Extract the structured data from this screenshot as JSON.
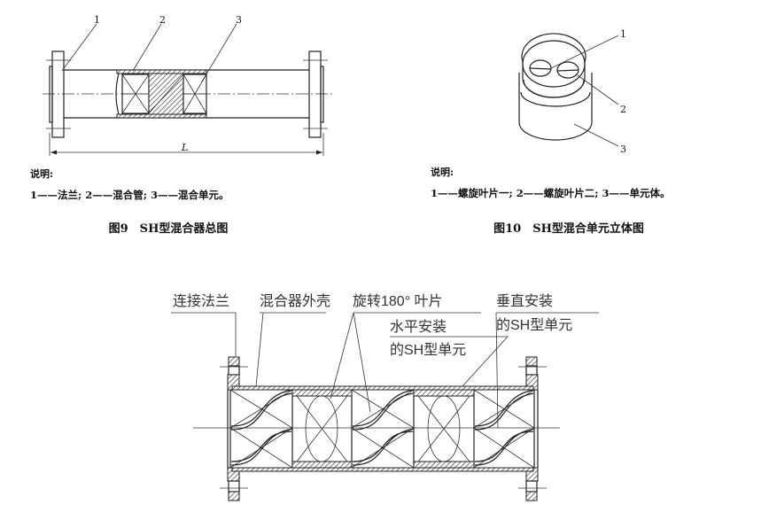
{
  "fig9": {
    "callouts": [
      "1",
      "2",
      "3"
    ],
    "dimension": "L",
    "legend_title": "说明:",
    "legend": "1——法兰; 2——混合管; 3——混合单元。",
    "caption": "图9　SH型混合器总图"
  },
  "fig10": {
    "callouts": [
      "1",
      "2",
      "3"
    ],
    "legend_title": "说明:",
    "legend": "1——螺旋叶片一; 2——螺旋叶片二; 3——单元体。",
    "caption": "图10　SH型混合单元立体图"
  },
  "fig_bottom": {
    "labels": {
      "flange": "连接法兰",
      "shell": "混合器外壳",
      "blade": "旋转180° 叶片",
      "horizontal_1": "水平安装",
      "horizontal_2": "的SH型单元",
      "vertical_1": "垂直安装",
      "vertical_2": "的SH型单元"
    }
  }
}
